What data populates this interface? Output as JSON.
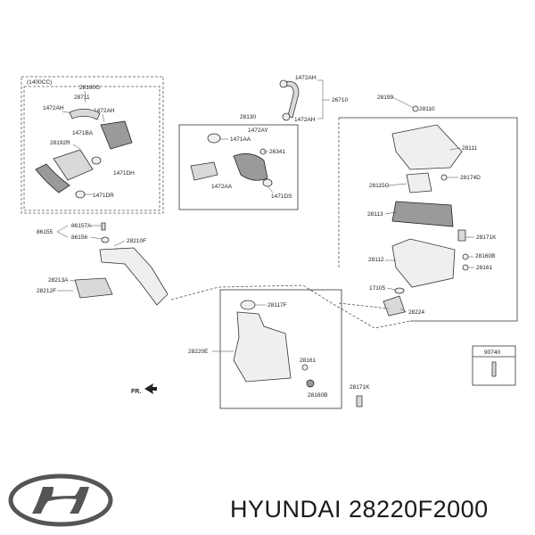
{
  "diagram": {
    "callouts": {
      "engine_note": "(1400CC)",
      "c28160G": "28160G",
      "c28711": "28711",
      "c1472AH_a": "1472AH",
      "c1472AH_b": "1472AH",
      "c28192R": "28192R",
      "c1471BA": "1471BA",
      "c1471DH": "1471DH",
      "c1471DR": "1471DR",
      "c1472AH_c": "1472AH",
      "c1472AH_d": "1472AH",
      "c26710": "26710",
      "c28130": "28130",
      "c1472AY": "1472AY",
      "c1471AA": "1471AA",
      "c26341": "26341",
      "c1472AA": "1472AA",
      "c1471DS": "1471DS",
      "c28199": "28199",
      "c28110": "28110",
      "c28111": "28111",
      "c28115G": "28115G",
      "c28174D": "28174D",
      "c28113": "28113",
      "c28171K_a": "28171K",
      "c28112": "28112",
      "c28160B_a": "28160B",
      "c28161_a": "28161",
      "c17105": "17105",
      "c28224": "28224",
      "c86155": "86155",
      "c86157A": "86157A",
      "c86156": "86156",
      "c28210F": "28210F",
      "c28213A": "28213A",
      "c28212F": "28212F",
      "c28117F": "28117F",
      "c28220E": "28220E",
      "c28161_b": "28161",
      "c28160B_b": "28160B",
      "c28171K_b": "28171K",
      "c90740": "90740",
      "front": "FR."
    }
  },
  "brand": {
    "logo": "hyundai-logo",
    "caption": "HYUNDAI 28220F2000"
  }
}
